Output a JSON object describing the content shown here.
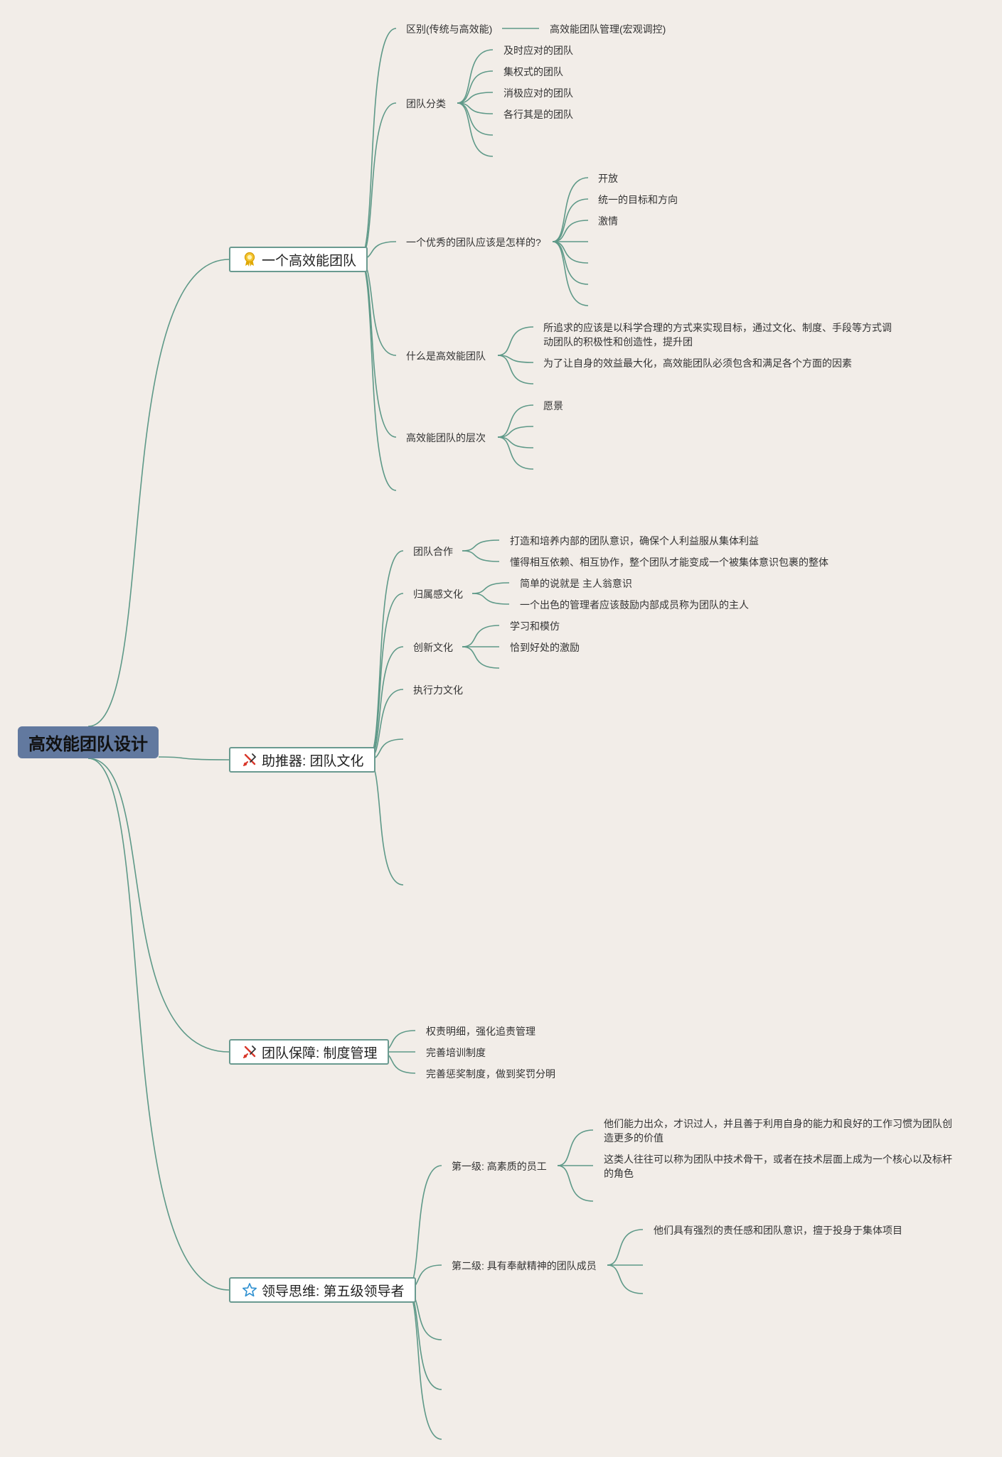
{
  "root": {
    "label": "高效能团队设计"
  },
  "colors": {
    "background": "#f2ede8",
    "line": "#5e9988",
    "root_fill": "#62799f",
    "branch_border": "#6a9a90"
  },
  "branches": [
    {
      "label": "一个高效能团队",
      "icon": "ribbon-badge-icon",
      "children": [
        {
          "label": "区别(传统与高效能)",
          "children": [
            {
              "label": "高效能团队管理(宏观调控)"
            }
          ]
        },
        {
          "label": "团队分类",
          "children": [
            {
              "label": "及时应对的团队"
            },
            {
              "label": "集权式的团队"
            },
            {
              "label": "消极应对的团队"
            },
            {
              "label": "各行其是的团队"
            }
          ]
        },
        {
          "label": "一个优秀的团队应该是怎样的?",
          "children": [
            {
              "label": "开放"
            },
            {
              "label": "统一的目标和方向"
            },
            {
              "label": "激情"
            }
          ]
        },
        {
          "label": "什么是高效能团队",
          "children": [
            {
              "label": "所追求的应该是以科学合理的方式来实现目标，通过文化、制度、手段等方式调动团队的积极性和创造性，提升团"
            },
            {
              "label": "为了让自身的效益最大化，高效能团队必须包含和满足各个方面的因素"
            }
          ]
        },
        {
          "label": "高效能团队的层次",
          "children": [
            {
              "label": "愿景"
            }
          ]
        }
      ]
    },
    {
      "label": "助推器: 团队文化",
      "icon": "tools-icon",
      "children": [
        {
          "label": "团队合作",
          "children": [
            {
              "label": "打造和培养内部的团队意识，确保个人利益服从集体利益"
            },
            {
              "label": "懂得相互依赖、相互协作，整个团队才能变成一个被集体意识包裹的整体"
            }
          ]
        },
        {
          "label": "归属感文化",
          "children": [
            {
              "label": "简单的说就是 主人翁意识"
            },
            {
              "label": "一个出色的管理者应该鼓励内部成员称为团队的主人"
            }
          ]
        },
        {
          "label": "创新文化",
          "children": [
            {
              "label": "学习和模仿"
            },
            {
              "label": "恰到好处的激励"
            }
          ]
        },
        {
          "label": "执行力文化"
        }
      ]
    },
    {
      "label": "团队保障: 制度管理",
      "icon": "tools-icon",
      "children": [
        {
          "label": "权责明细，强化追责管理"
        },
        {
          "label": "完善培训制度"
        },
        {
          "label": "完善惩奖制度，做到奖罚分明"
        }
      ]
    },
    {
      "label": "领导思维: 第五级领导者",
      "icon": "star-icon",
      "children": [
        {
          "label": "第一级: 高素质的员工",
          "children": [
            {
              "label": "他们能力出众，才识过人，并且善于利用自身的能力和良好的工作习惯为团队创造更多的价值"
            },
            {
              "label": "这类人往往可以称为团队中技术骨干，或者在技术层面上成为一个核心以及标杆的角色"
            }
          ]
        },
        {
          "label": "第二级: 具有奉献精神的团队成员",
          "children": [
            {
              "label": "他们具有强烈的责任感和团队意识，擅于投身于集体项目"
            }
          ]
        }
      ]
    }
  ]
}
